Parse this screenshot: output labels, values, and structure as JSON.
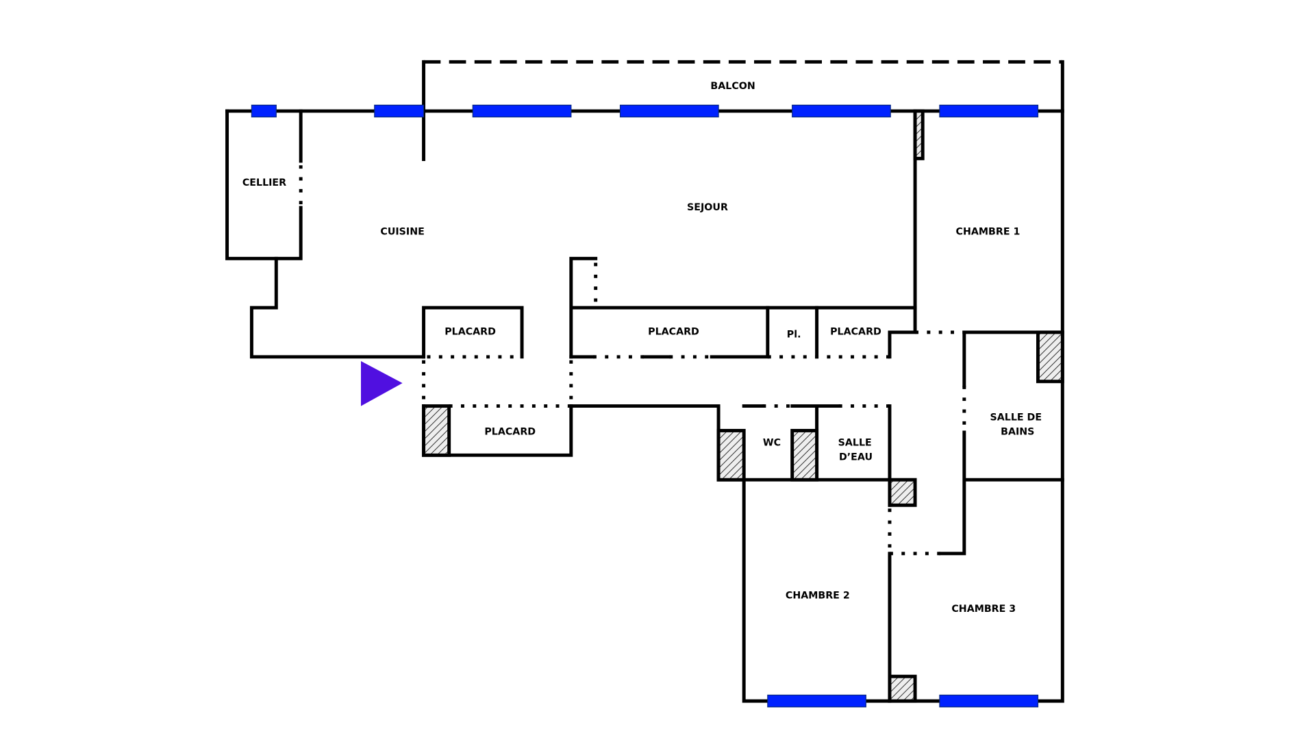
{
  "colors": {
    "wall": "#000000",
    "window": "#0022ff",
    "entrance_marker": "#5010e0",
    "background": "#ffffff"
  },
  "rooms": {
    "balcon": "BALCON",
    "cellier": "CELLIER",
    "cuisine": "CUISINE",
    "sejour": "SEJOUR",
    "chambre1": "CHAMBRE 1",
    "placard_cuisine": "PLACARD",
    "placard_entree": "PLACARD",
    "placard_couloir": "PLACARD",
    "placard_small": "Pl.",
    "placard_right": "PLACARD",
    "wc": "WC",
    "salle_deau_1": "SALLE",
    "salle_deau_2": "D’EAU",
    "salle_de_bains_1": "SALLE DE",
    "salle_de_bains_2": "BAINS",
    "chambre2": "CHAMBRE 2",
    "chambre3": "CHAMBRE 3"
  },
  "icons": {
    "entrance": "play-triangle-icon"
  }
}
